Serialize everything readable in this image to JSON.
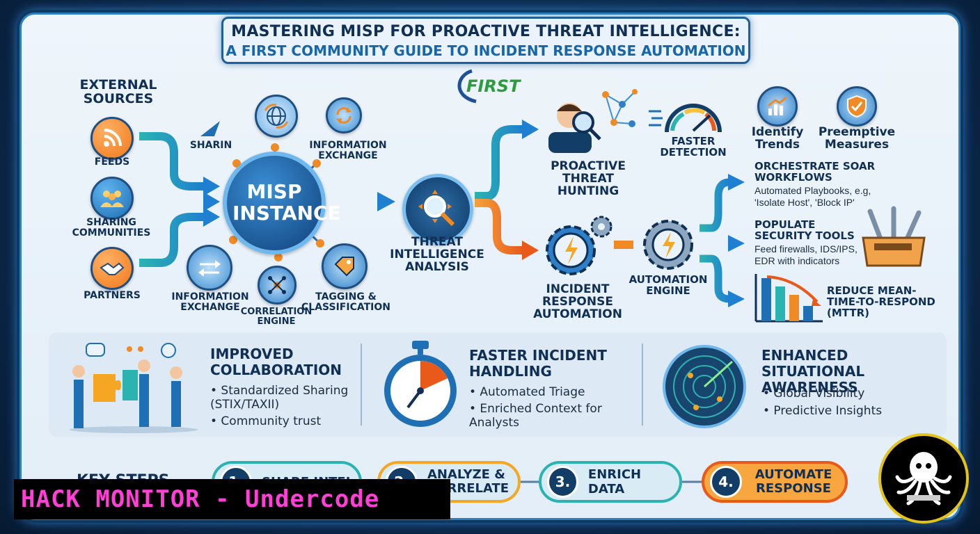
{
  "title": {
    "line1": "MASTERING MISP FOR PROACTIVE THREAT INTELLIGENCE:",
    "line2": "A FIRST COMMUNITY GUIDE TO INCIDENT RESPONSE AUTOMATION"
  },
  "logo": {
    "text": "FIRST",
    "color": "#2e9b3e"
  },
  "external_sources": {
    "heading": "EXTERNAL SOURCES",
    "items": [
      {
        "label": "FEEDS",
        "icon": "rss-icon"
      },
      {
        "label": "SHARING COMMUNITIES",
        "icon": "people-icon"
      },
      {
        "label": "PARTNERS",
        "icon": "handshake-icon"
      }
    ]
  },
  "misp": {
    "center": "MISP INSTANCE",
    "nodes": {
      "sharing": "SHARIN",
      "info_exchange_top": "INFORMATION EXCHANGE",
      "info_exchange_left": "INFORMATION EXCHANGE",
      "correlation": "CORRELATION ENGINE",
      "tagging": "TAGGING & CLASSIFICATION"
    }
  },
  "analysis": {
    "label": "THREAT INTELLIGENCE ANALYSIS"
  },
  "hunting": {
    "label": "PROACTIVE THREAT HUNTING",
    "detection": "FASTER DETECTION"
  },
  "trends": {
    "identify": "Identify Trends",
    "preemptive": "Preemptive Measures"
  },
  "incident": {
    "label": "INCIDENT RESPONSE AUTOMATION",
    "engine": "AUTOMATION ENGINE"
  },
  "outputs": {
    "soar_title": "ORCHESTRATE SOAR WORKFLOWS",
    "soar_desc": "Automated Playbooks, e.g, 'Isolate Host', 'Block IP'",
    "tools_title": "POPULATE SECURITY TOOLS",
    "tools_desc": "Feed firewalls, IDS/IPS, EDR with indicators",
    "mttr": "REDUCE MEAN-TIME-TO-RESPOND (MTTR)"
  },
  "benefits": [
    {
      "heading": "IMPROVED COLLABORATION",
      "items": [
        "• Standardized Sharing (STIX/TAXII)",
        "• Community trust"
      ]
    },
    {
      "heading": "FASTER INCIDENT HANDLING",
      "items": [
        "• Automated Triage",
        "• Enriched Context for Analysts"
      ]
    },
    {
      "heading": "ENHANCED SITUATIONAL AWARENESS",
      "items": [
        "• Global Visibility",
        "• Predictive Insights"
      ]
    }
  ],
  "key_steps": {
    "heading": "KEY STEPS",
    "steps": [
      {
        "num": "1.",
        "label": "SHARE INTEL"
      },
      {
        "num": "2.",
        "label": "ANALYZE & CORRELATE"
      },
      {
        "num": "3.",
        "label": "ENRICH DATA"
      },
      {
        "num": "4.",
        "label": "AUTOMATE RESPONSE"
      }
    ]
  },
  "banner": "HACK MONITOR - Undercode",
  "colors": {
    "accent_blue": "#1f6fb5",
    "accent_orange": "#f07a1a",
    "teal": "#2bb3b1",
    "navy": "#0f2f54",
    "banner_text": "#ff3fd6"
  }
}
